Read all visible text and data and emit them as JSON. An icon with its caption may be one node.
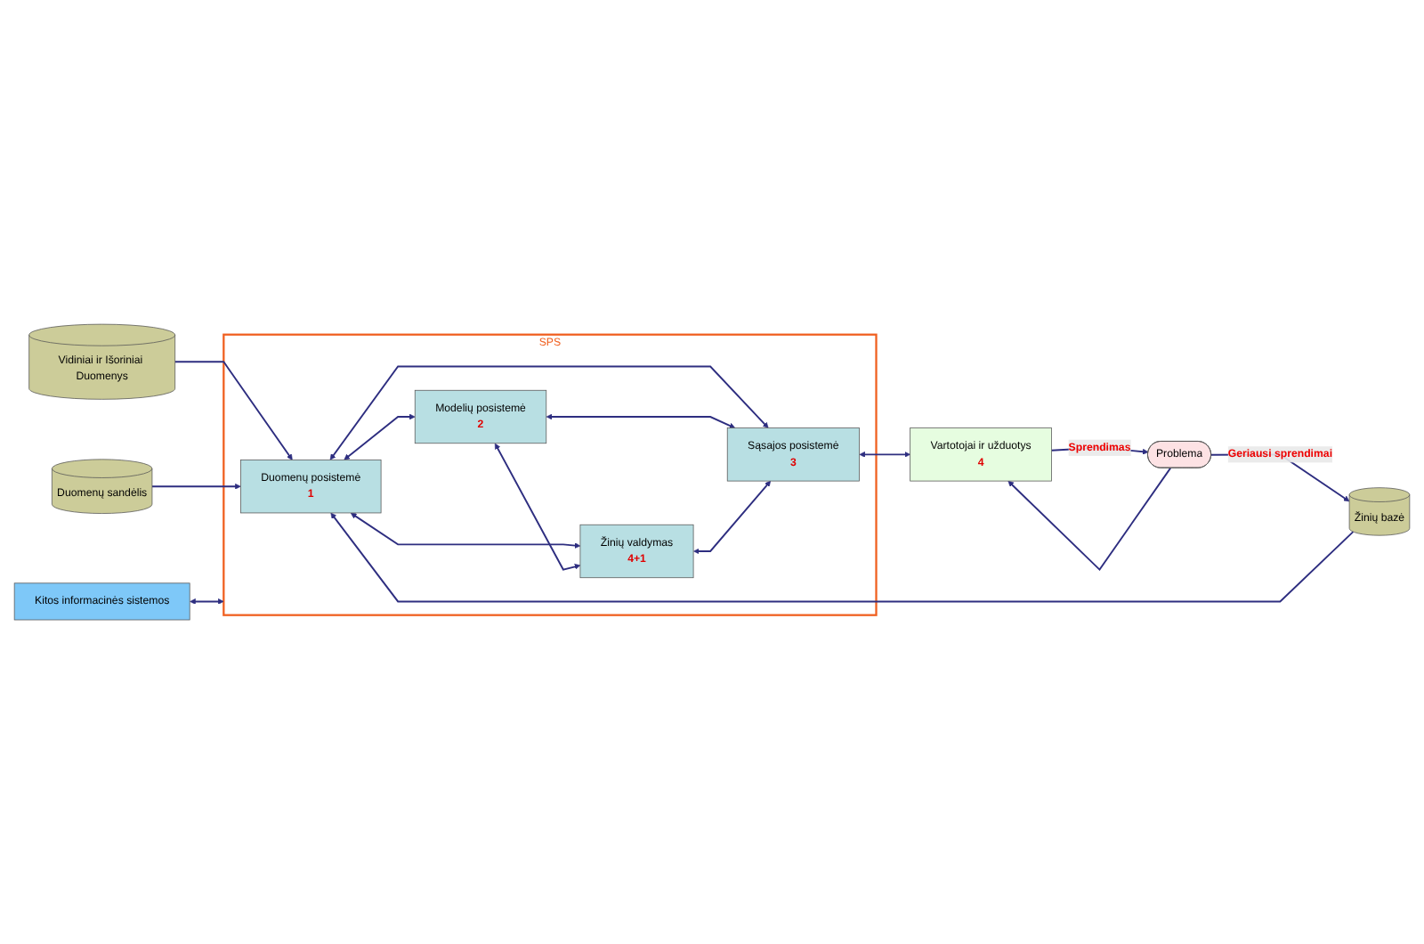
{
  "diagram": {
    "nodes": [
      {
        "text": [
          "Kitos informacinės sistemos"
        ]
      },
      {
        "text": [
          "SPS"
        ]
      },
      {
        "text": [
          "Duomenų posistemė",
          "1"
        ],
        "in": 1
      },
      {
        "text": [
          "Modelių posistemė",
          "2"
        ],
        "in": 1
      },
      {
        "text": [
          "Žinių valdymas",
          "4+1"
        ],
        "in": 1
      },
      {
        "text": [
          "Sąsajos posistemė",
          "3"
        ],
        "in": 1
      },
      {
        "text": [
          "Vidiniai ir Išoriniai Duomenys"
        ]
      },
      {
        "text": [
          "Duomenų sandėlis"
        ]
      },
      {
        "text": [
          "Žinių bazė"
        ]
      },
      {
        "text": [
          "Problema"
        ]
      },
      {
        "text": [
          "Vartotojai ir užduotys",
          "4"
        ]
      }
    ],
    "edges": [
      {
        "from": 0,
        "to": 1,
        "arrow": "both"
      },
      {
        "from": 6,
        "to": 2,
        "arrow": "to"
      },
      {
        "from": 7,
        "to": 2,
        "arrow": "to"
      },
      {
        "from": 8,
        "to": 2,
        "arrow": "to"
      },
      {
        "from": 2,
        "to": 3,
        "arrow": "both"
      },
      {
        "from": 2,
        "to": 4,
        "arrow": "both"
      },
      {
        "from": 3,
        "to": 4,
        "arrow": "both"
      },
      {
        "from": 2,
        "to": 5,
        "arrow": "both"
      },
      {
        "from": 3,
        "to": 5,
        "arrow": "both"
      },
      {
        "from": 4,
        "to": 5,
        "arrow": "both"
      },
      {
        "from": 5,
        "to": 10,
        "arrow": "both"
      },
      {
        "from": 9,
        "to": 10,
        "arrow": "to"
      },
      {
        "from": 10,
        "to": 9,
        "arrow": "to",
        "label": "Sprendimas"
      },
      {
        "from": 9,
        "to": 8,
        "arrow": "to",
        "label": "Geriausi sprendimai"
      }
    ]
  }
}
